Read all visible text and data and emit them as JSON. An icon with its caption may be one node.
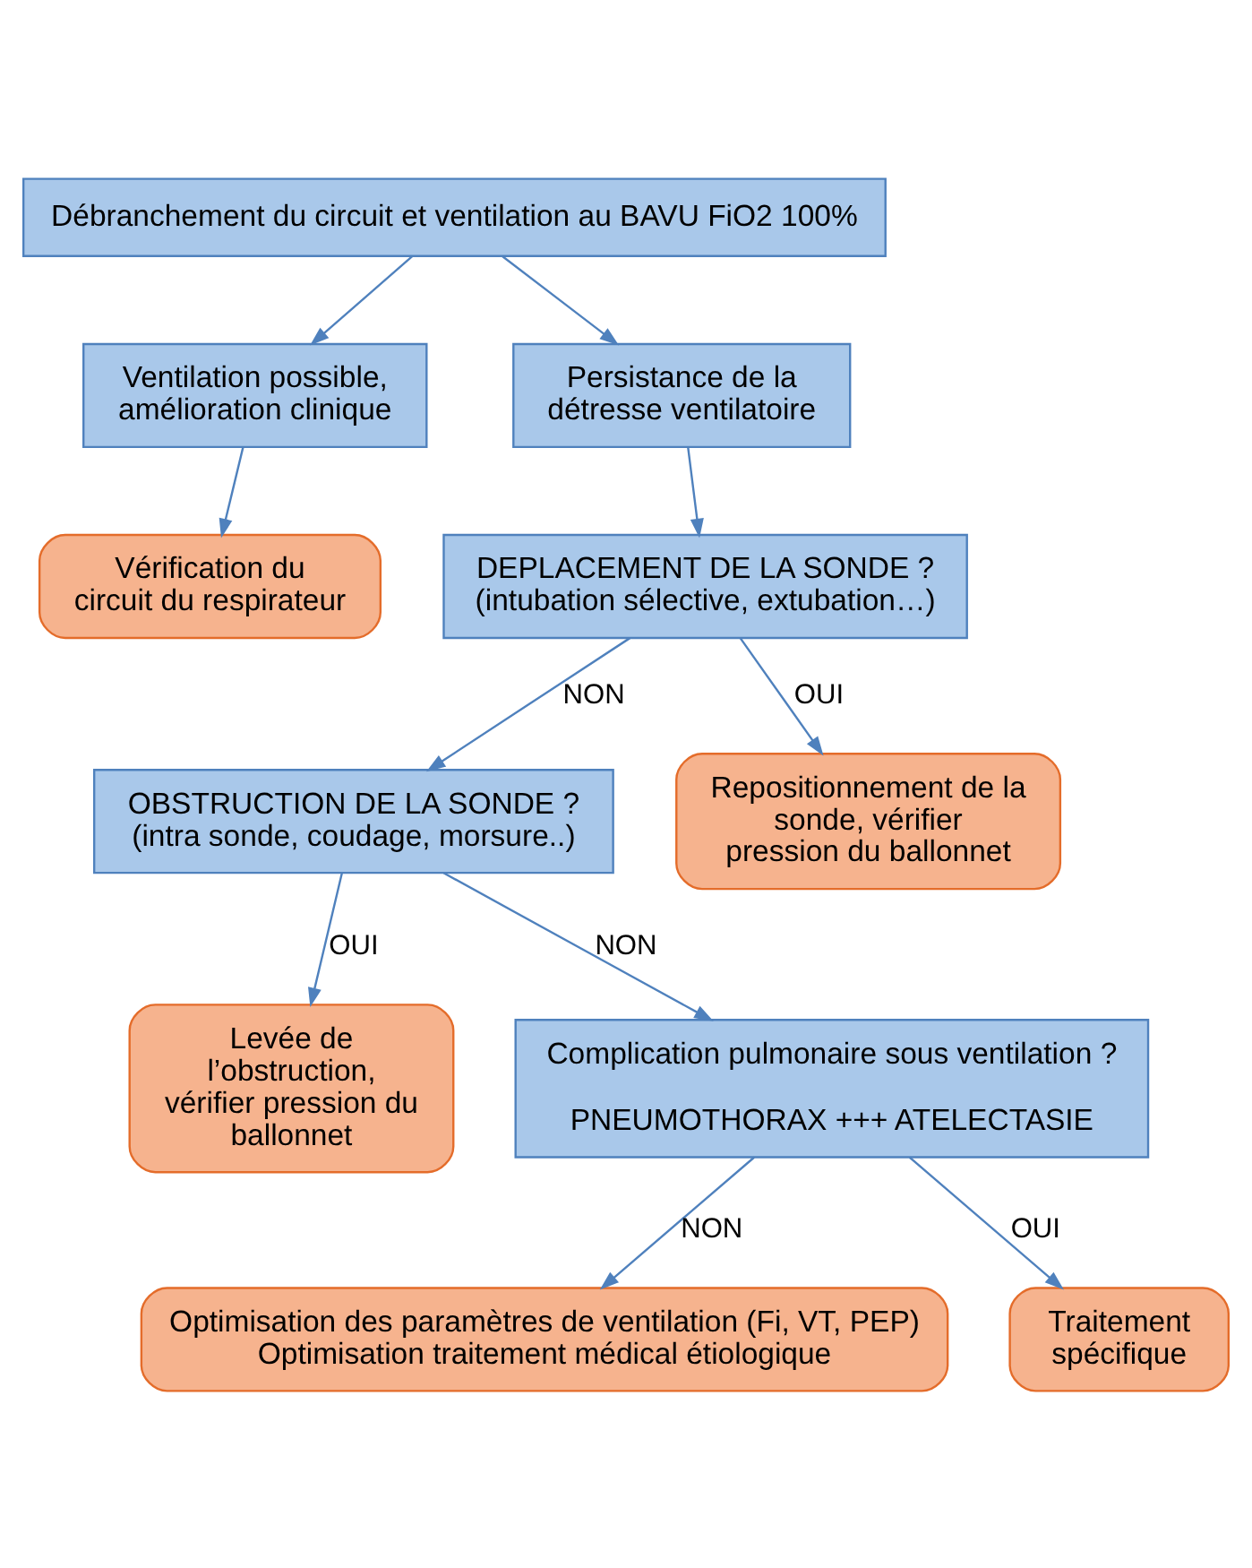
{
  "diagram": {
    "nodes": [
      {
        "text": [
          "Débranchement du circuit et ventilation au BAVU FiO2 100%"
        ]
      },
      {
        "text": [
          "Ventilation possible, amélioration clinique"
        ]
      },
      {
        "text": [
          "Persistance de la détresse ventilatoire"
        ]
      },
      {
        "text": [
          "Vérification du circuit du respirateur"
        ]
      },
      {
        "text": [
          "DEPLACEMENT DE LA SONDE ?",
          "(intubation sélective, extubation…)"
        ]
      },
      {
        "text": [
          "OBSTRUCTION DE LA SONDE ?",
          "(intra sonde, coudage, morsure..)"
        ]
      },
      {
        "text": [
          "Repositionnement de la sonde, vérifier pression du ballonnet"
        ]
      },
      {
        "text": [
          "Levée de l’obstruction, vérifier pression du ballonnet"
        ]
      },
      {
        "text": [
          "Complication pulmonaire sous ventilation ?",
          "PNEUMOTHORAX +++ ATELECTASIE"
        ]
      },
      {
        "text": [
          "Optimisation des paramètres de ventilation (Fi, VT, PEP)",
          "Optimisation traitement médical étiologique"
        ]
      },
      {
        "text": [
          "Traitement spécifique"
        ]
      }
    ],
    "edges": [
      {
        "from": 0,
        "to": 1,
        "arrow": "to"
      },
      {
        "from": 0,
        "to": 2,
        "arrow": "to"
      },
      {
        "from": 1,
        "to": 3,
        "arrow": "to"
      },
      {
        "from": 2,
        "to": 4,
        "arrow": "to"
      },
      {
        "from": 4,
        "to": 5,
        "arrow": "to",
        "label": "NON"
      },
      {
        "from": 4,
        "to": 6,
        "arrow": "to",
        "label": "OUI"
      },
      {
        "from": 5,
        "to": 7,
        "arrow": "to",
        "label": "OUI"
      },
      {
        "from": 5,
        "to": 8,
        "arrow": "to",
        "label": "NON"
      },
      {
        "from": 8,
        "to": 9,
        "arrow": "to",
        "label": "NON"
      },
      {
        "from": 8,
        "to": 10,
        "arrow": "to",
        "label": "OUI"
      }
    ]
  }
}
